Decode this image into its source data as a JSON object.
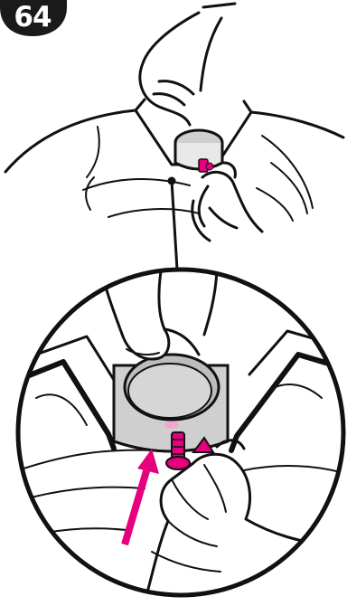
{
  "step": {
    "number": "64"
  },
  "colors": {
    "ink": "#111111",
    "badge": "#1a1a1a",
    "accent": "#e6007e",
    "metal": "#cfcfcf",
    "lid": "#bdbdbd",
    "paper": "#ffffff"
  },
  "icons": {
    "overview": "hands-inserting-cylinder-into-base",
    "detail": "magnified-cylinder-with-pink-screw",
    "arrow": "pink-insert-arrow"
  }
}
